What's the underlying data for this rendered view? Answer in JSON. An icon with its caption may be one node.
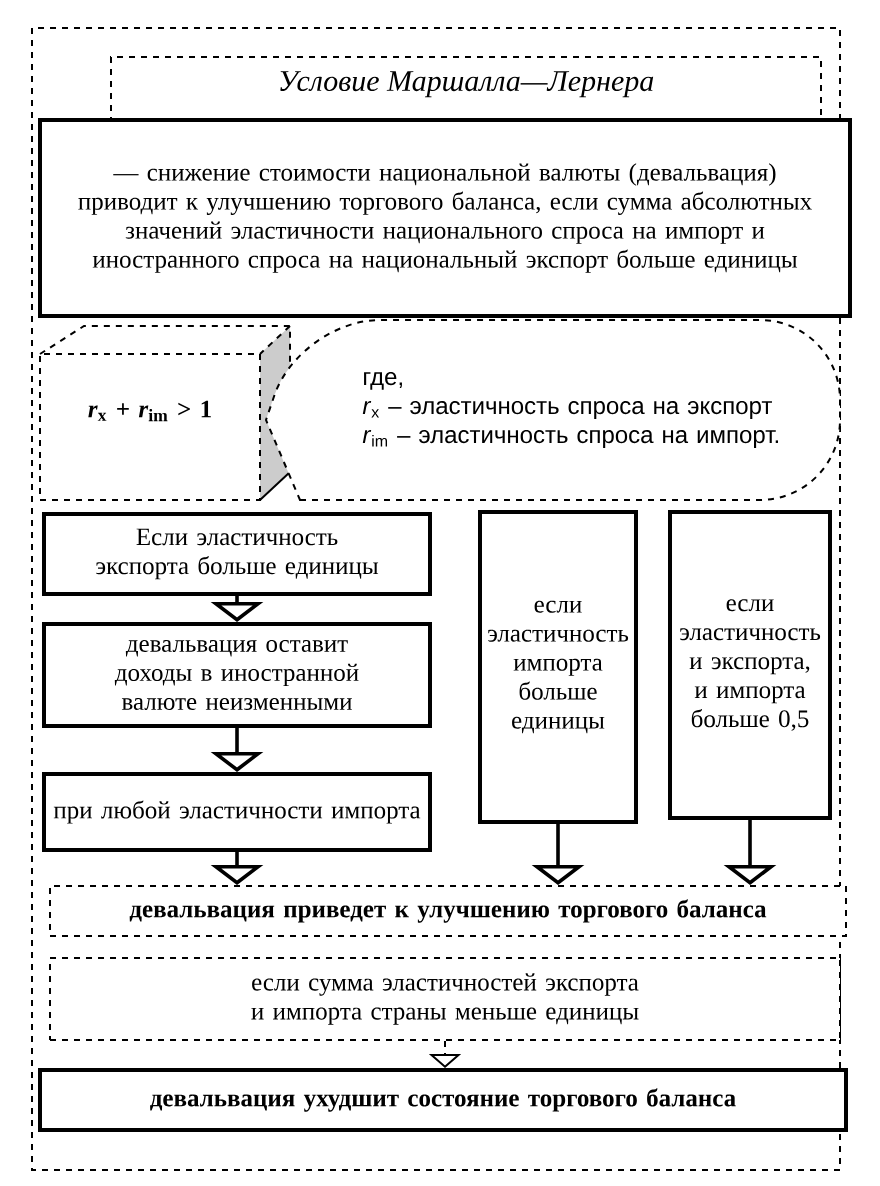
{
  "diagram": {
    "title": "Условие Маршалла—Лернера",
    "nodes": [
      {
        "text": [
          "— снижение стоимости национальной валюты (девальвация) приводит к улучшению торгового баланса, если сумма абсолютных значений эластичности национального спроса на импорт и иностранного спроса на национальный экспорт больше единицы"
        ]
      },
      {
        "text": [
          "*r*$_{x}$ + *r*$_{im}$ > 1"
        ]
      },
      {
        "text": [
          "где,",
          "*r*$_{x}$ – эластичность спроса на экспорт",
          "*r*$_{im}$ – эластичность спроса на импорт."
        ]
      },
      {
        "text": [
          "Если эластичность экспорта больше единицы"
        ]
      },
      {
        "text": [
          "девальвация оставит доходы в иностранной валюте неизменными"
        ]
      },
      {
        "text": [
          "при любой эластичности импорта"
        ]
      },
      {
        "text": [
          "если эластичность импорта больше единицы"
        ]
      },
      {
        "text": [
          "если эластичность и экспорта, и импорта больше 0,5"
        ]
      },
      {
        "text": [
          "девальвация приведет к улучшению торгового баланса"
        ]
      },
      {
        "text": [
          "если сумма эластичностей экспорта и импорта страны меньше единицы"
        ]
      },
      {
        "text": [
          "девальвация ухудшит состояние торгового баланса"
        ]
      }
    ],
    "edges": [
      {
        "from": 3,
        "to": 4,
        "arrow": "to"
      },
      {
        "from": 4,
        "to": 5,
        "arrow": "to"
      },
      {
        "from": 5,
        "to": 8,
        "arrow": "to"
      },
      {
        "from": 6,
        "to": 8,
        "arrow": "to"
      },
      {
        "from": 7,
        "to": 8,
        "arrow": "to"
      },
      {
        "from": 9,
        "to": 10,
        "arrow": "to",
        "style": "dashed"
      }
    ]
  }
}
